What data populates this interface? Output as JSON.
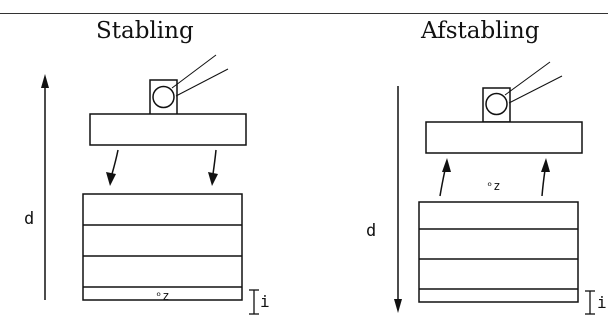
{
  "left_panel": {
    "title": "Stabling",
    "height_label": "d",
    "increment_label": "i",
    "zs_label": "ᵒz"
  },
  "right_panel": {
    "title": "Afstabling",
    "height_label": "d",
    "increment_label": "i",
    "zs_label": "ᵒz"
  }
}
